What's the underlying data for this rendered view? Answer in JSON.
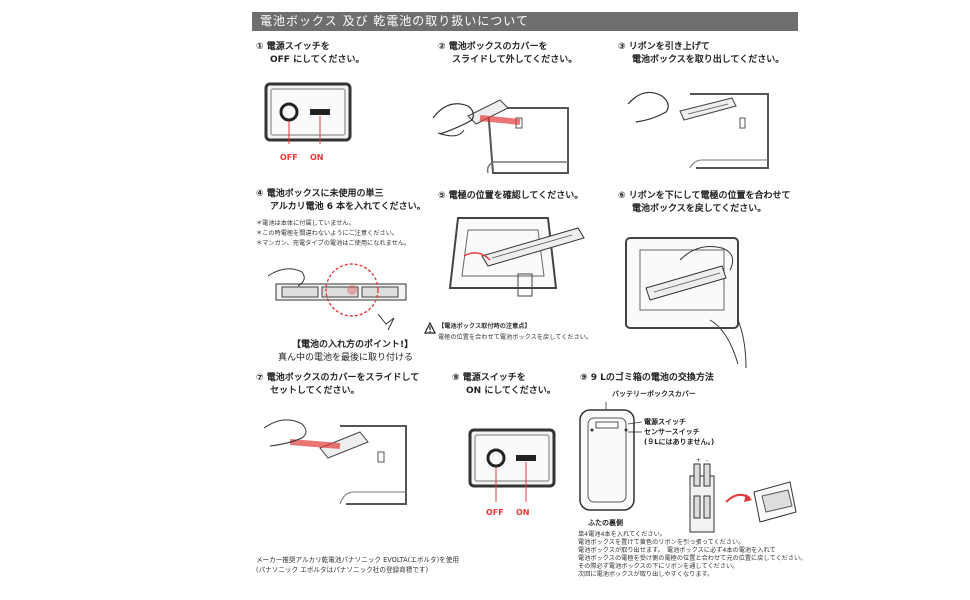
{
  "header": {
    "title": "電池ボックス 及び 乾電池の取り扱いについて"
  },
  "steps": [
    {
      "num": "①",
      "line1": "電源スイッチを",
      "line2": "OFF にしてください。"
    },
    {
      "num": "②",
      "line1": "電池ボックスのカバーを",
      "line2": "スライドして外してください。"
    },
    {
      "num": "③",
      "line1": "リボンを引き上げて",
      "line2": "電池ボックスを取り出してください。"
    },
    {
      "num": "④",
      "line1": "電池ボックスに未使用の単三",
      "line2": "アルカリ電池 6 本を入れてください。"
    },
    {
      "num": "⑤",
      "line1": "電極の位置を確認してください。",
      "line2": ""
    },
    {
      "num": "⑥",
      "line1": "リボンを下にして電極の位置を合わせて",
      "line2": "電池ボックスを戻してください。"
    },
    {
      "num": "⑦",
      "line1": "電池ボックスのカバーをスライドして",
      "line2": "セットしてください。"
    },
    {
      "num": "⑧",
      "line1": "電源スイッチを",
      "line2": "ON にしてください。"
    },
    {
      "num": "⑨",
      "line1": "9 Lのゴミ箱の電池の交換方法",
      "line2": ""
    }
  ],
  "switch": {
    "off": "OFF",
    "on": "ON"
  },
  "step4_notes": [
    "＊電池は本体に付属していません。",
    "＊この時電極を間違わないようにご注意ください。",
    "＊マンガン、充電タイプの電池はご使用になれません。"
  ],
  "tip": {
    "title": "【電池の入れ方のポイント!】",
    "text": "真ん中の電池を最後に取り付ける"
  },
  "caution": {
    "title": "【電池ボックス取付時の注意点】",
    "text": "電極の位置を合わせて電池ボックスを戻してください。"
  },
  "step9": {
    "battery_cover": "バッテリーボックスカバー",
    "power_switch": "電源スイッチ",
    "sensor_switch": "センサースイッチ",
    "sensor_note": "(９Lにはありません。)",
    "lid_back": "ふたの裏側",
    "notes": [
      "単4電池4本を入れてください。",
      "電池ボックスを置けて黄色のリボンを引っ張ってください。",
      "電池ボックスが取り出せます。　電池ボックスに必ず4本の電池を入れて",
      "電池ボックスの電極を受け側の電極の位置と合わせて元の位置に戻してください。",
      "その際必ず電池ボックスの下にリボンを通してください。",
      "次回に電池ボックスが取り出しやすくなります。"
    ]
  },
  "footer": [
    "メーカー推奨アルカリ乾電池パナソニック EVOLTA(エボルタ)を使用",
    "(パナソニック エボルタはパナソニック社の登録商標です)"
  ]
}
